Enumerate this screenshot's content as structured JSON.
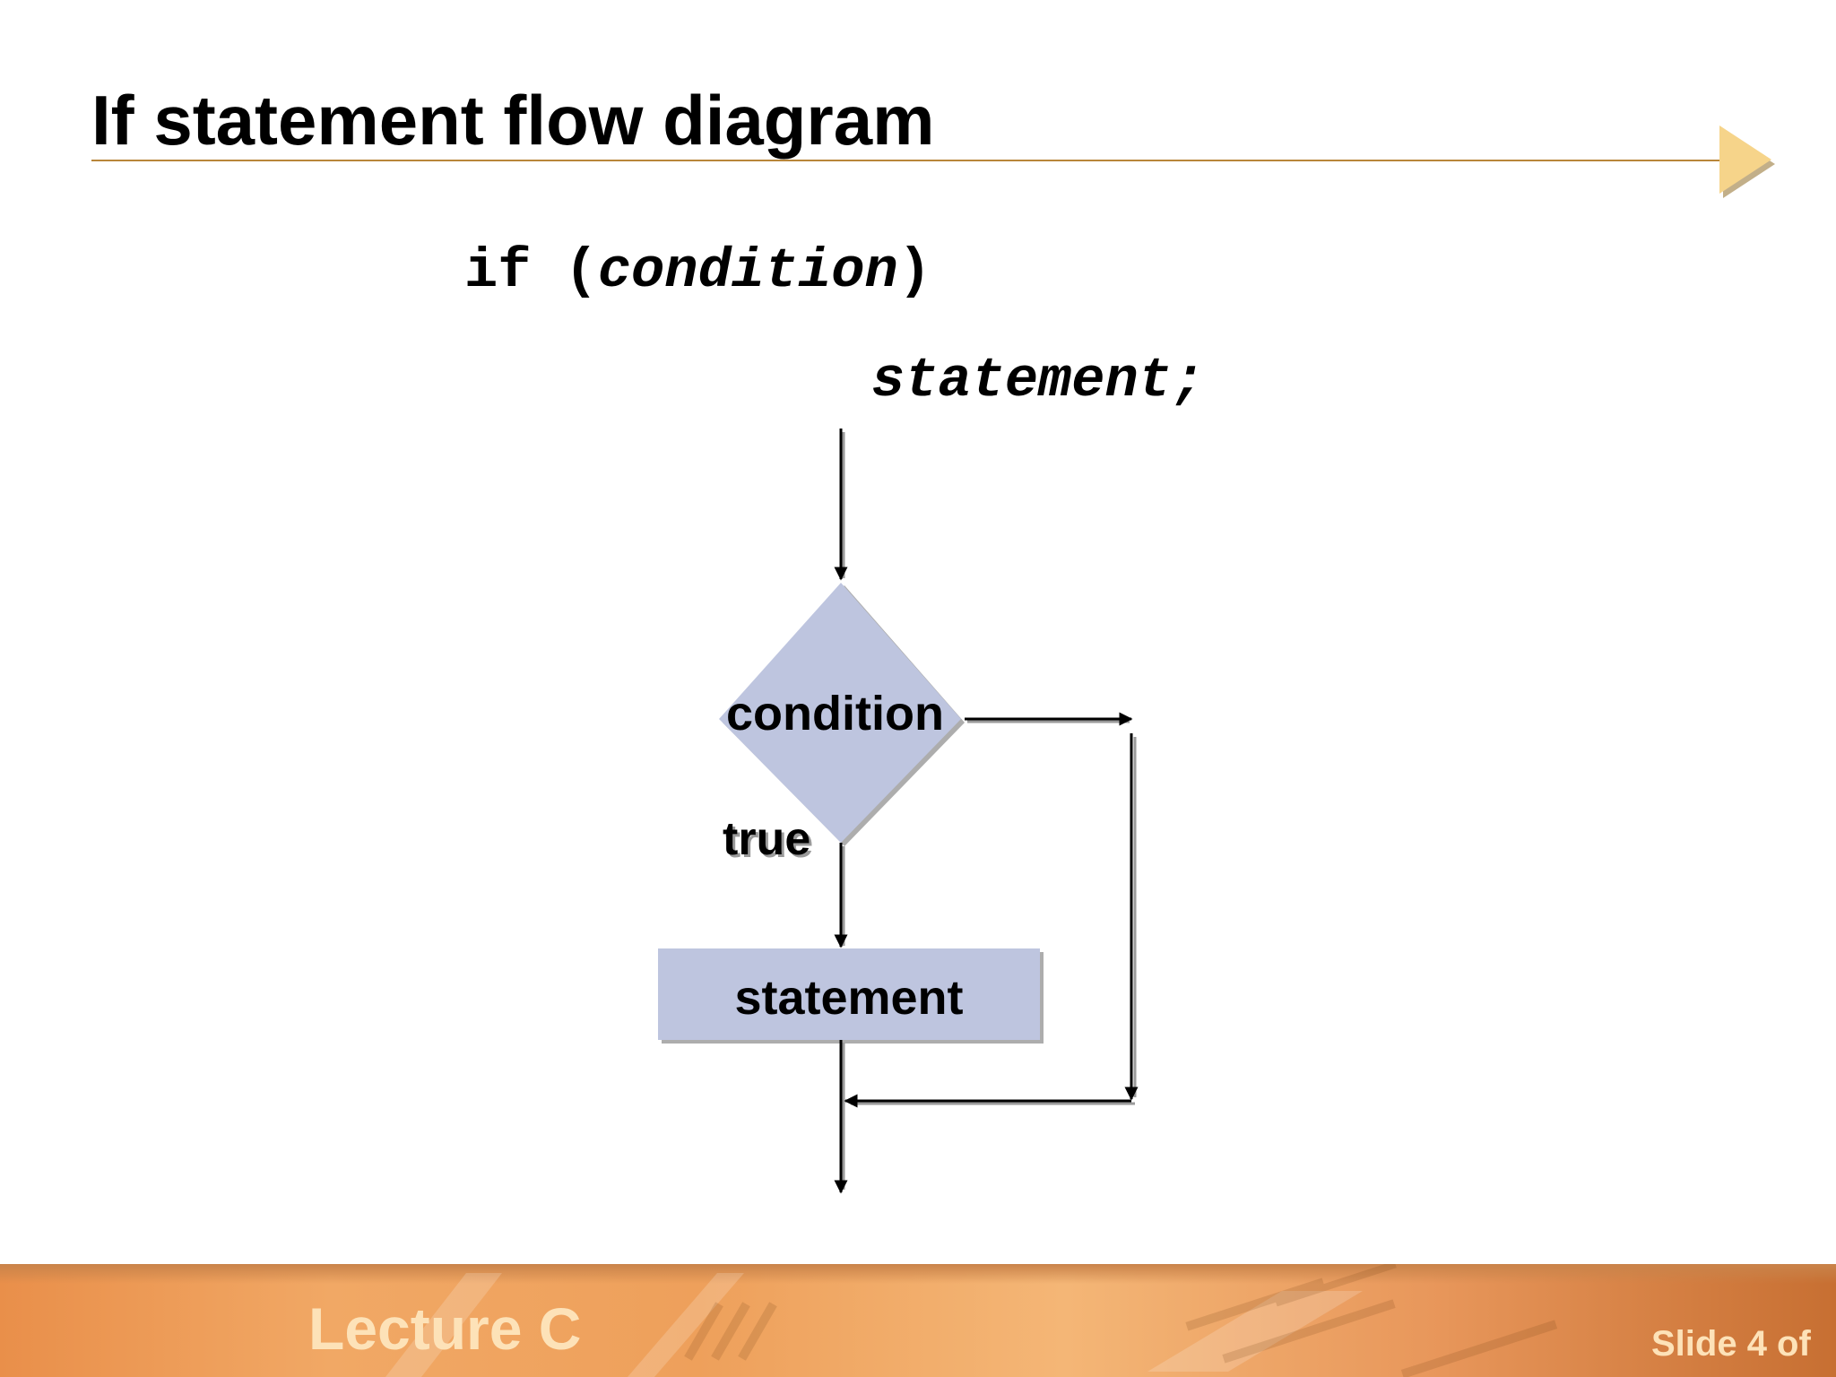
{
  "slide": {
    "title": "If statement flow diagram",
    "code": {
      "keyword": "if",
      "open_paren": " (",
      "condition": "condition",
      "close_paren": ")",
      "statement": "statement;"
    },
    "diagram": {
      "condition_label": "condition",
      "true_label": "true",
      "statement_label": "statement"
    },
    "footer": {
      "lecture": "Lecture C",
      "slide_number": "Slide 4 of"
    }
  },
  "colors": {
    "shape_fill": "#bec5df",
    "title_rule": "#b8863a",
    "arrow_accent": "#f6d48a",
    "footer_text": "#fde2b8"
  }
}
